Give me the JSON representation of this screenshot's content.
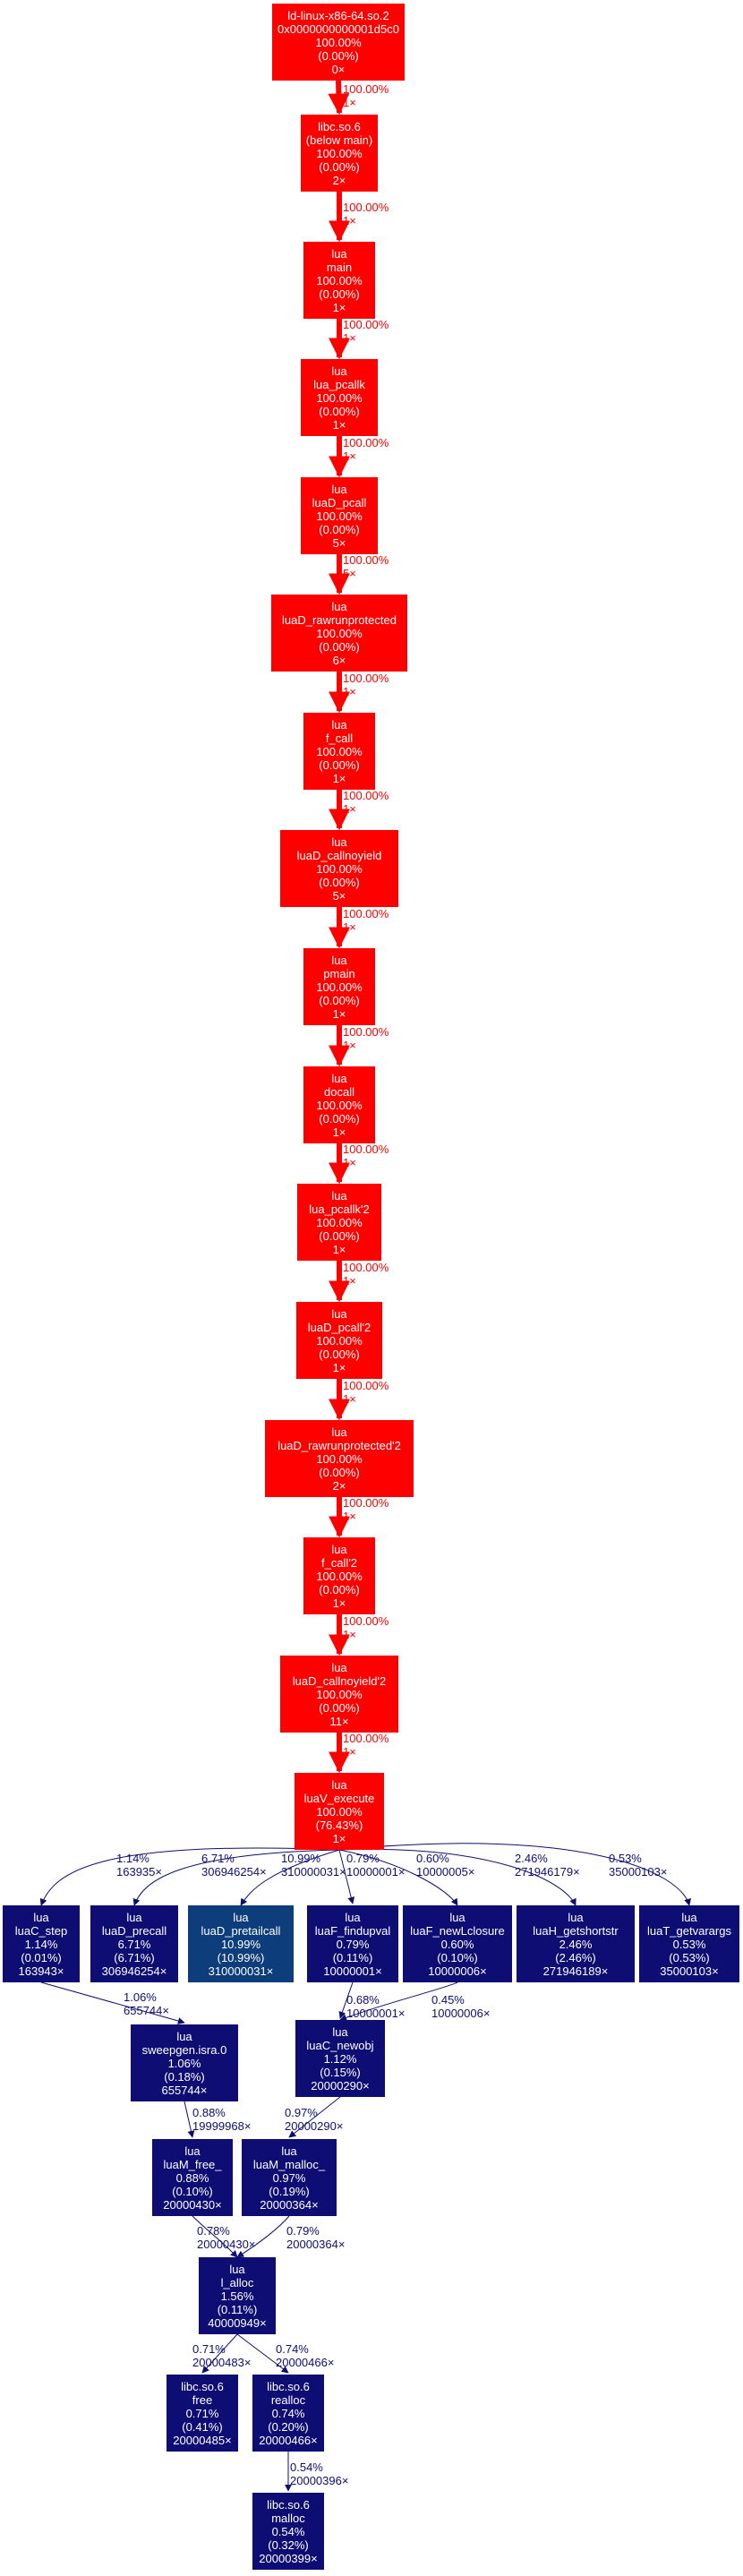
{
  "colors": {
    "hot": "#ff0000",
    "hot_text": "#ffffff",
    "cold_navy": "#0d0d73",
    "cold_blue": "#0d3d7a",
    "cold_text": "#ffffff",
    "edge_hot": "#ff0000",
    "edge_cold": "#0d0d73"
  },
  "nodes": [
    {
      "id": "ld",
      "lines": [
        "ld-linux-x86-64.so.2",
        "0x0000000000001d5c0",
        "100.00%",
        "(0.00%)",
        "0×"
      ],
      "color": "hot"
    },
    {
      "id": "libc_main",
      "lines": [
        "libc.so.6",
        "(below main)",
        "100.00%",
        "(0.00%)",
        "2×"
      ],
      "color": "hot"
    },
    {
      "id": "main",
      "lines": [
        "lua",
        "main",
        "100.00%",
        "(0.00%)",
        "1×"
      ],
      "color": "hot"
    },
    {
      "id": "lua_pcallk",
      "lines": [
        "lua",
        "lua_pcallk",
        "100.00%",
        "(0.00%)",
        "1×"
      ],
      "color": "hot"
    },
    {
      "id": "luaD_pcall",
      "lines": [
        "lua",
        "luaD_pcall",
        "100.00%",
        "(0.00%)",
        "5×"
      ],
      "color": "hot"
    },
    {
      "id": "luaD_rawrunprotected",
      "lines": [
        "lua",
        "luaD_rawrunprotected",
        "100.00%",
        "(0.00%)",
        "6×"
      ],
      "color": "hot"
    },
    {
      "id": "f_call",
      "lines": [
        "lua",
        "f_call",
        "100.00%",
        "(0.00%)",
        "1×"
      ],
      "color": "hot"
    },
    {
      "id": "luaD_callnoyield",
      "lines": [
        "lua",
        "luaD_callnoyield",
        "100.00%",
        "(0.00%)",
        "5×"
      ],
      "color": "hot"
    },
    {
      "id": "pmain",
      "lines": [
        "lua",
        "pmain",
        "100.00%",
        "(0.00%)",
        "1×"
      ],
      "color": "hot"
    },
    {
      "id": "docall",
      "lines": [
        "lua",
        "docall",
        "100.00%",
        "(0.00%)",
        "1×"
      ],
      "color": "hot"
    },
    {
      "id": "lua_pcallk2",
      "lines": [
        "lua",
        "lua_pcallk'2",
        "100.00%",
        "(0.00%)",
        "1×"
      ],
      "color": "hot"
    },
    {
      "id": "luaD_pcall2",
      "lines": [
        "lua",
        "luaD_pcall'2",
        "100.00%",
        "(0.00%)",
        "1×"
      ],
      "color": "hot"
    },
    {
      "id": "luaD_rawrunprotected2",
      "lines": [
        "lua",
        "luaD_rawrunprotected'2",
        "100.00%",
        "(0.00%)",
        "2×"
      ],
      "color": "hot"
    },
    {
      "id": "f_call2",
      "lines": [
        "lua",
        "f_call'2",
        "100.00%",
        "(0.00%)",
        "1×"
      ],
      "color": "hot"
    },
    {
      "id": "luaD_callnoyield2",
      "lines": [
        "lua",
        "luaD_callnoyield'2",
        "100.00%",
        "(0.00%)",
        "11×"
      ],
      "color": "hot"
    },
    {
      "id": "luaV_execute",
      "lines": [
        "lua",
        "luaV_execute",
        "100.00%",
        "(76.43%)",
        "1×"
      ],
      "color": "hot"
    },
    {
      "id": "luaC_step",
      "lines": [
        "lua",
        "luaC_step",
        "1.14%",
        "(0.01%)",
        "163943×"
      ],
      "color": "cold_navy"
    },
    {
      "id": "luaD_precall",
      "lines": [
        "lua",
        "luaD_precall",
        "6.71%",
        "(6.71%)",
        "306946254×"
      ],
      "color": "cold_navy"
    },
    {
      "id": "luaD_pretailcall",
      "lines": [
        "lua",
        "luaD_pretailcall",
        "10.99%",
        "(10.99%)",
        "310000031×"
      ],
      "color": "cold_blue"
    },
    {
      "id": "luaF_findupval",
      "lines": [
        "lua",
        "luaF_findupval",
        "0.79%",
        "(0.11%)",
        "10000001×"
      ],
      "color": "cold_navy"
    },
    {
      "id": "luaF_newLclosure",
      "lines": [
        "lua",
        "luaF_newLclosure",
        "0.60%",
        "(0.10%)",
        "10000006×"
      ],
      "color": "cold_navy"
    },
    {
      "id": "luaH_getshortstr",
      "lines": [
        "lua",
        "luaH_getshortstr",
        "2.46%",
        "(2.46%)",
        "271946189×"
      ],
      "color": "cold_navy"
    },
    {
      "id": "luaT_getvarargs",
      "lines": [
        "lua",
        "luaT_getvarargs",
        "0.53%",
        "(0.53%)",
        "35000103×"
      ],
      "color": "cold_navy"
    },
    {
      "id": "sweepgen",
      "lines": [
        "lua",
        "sweepgen.isra.0",
        "1.06%",
        "(0.18%)",
        "655744×"
      ],
      "color": "cold_navy"
    },
    {
      "id": "luaC_newobj",
      "lines": [
        "lua",
        "luaC_newobj",
        "1.12%",
        "(0.15%)",
        "20000290×"
      ],
      "color": "cold_navy"
    },
    {
      "id": "luaM_free_",
      "lines": [
        "lua",
        "luaM_free_",
        "0.88%",
        "(0.10%)",
        "20000430×"
      ],
      "color": "cold_navy"
    },
    {
      "id": "luaM_malloc_",
      "lines": [
        "lua",
        "luaM_malloc_",
        "0.97%",
        "(0.19%)",
        "20000364×"
      ],
      "color": "cold_navy"
    },
    {
      "id": "l_alloc",
      "lines": [
        "lua",
        "l_alloc",
        "1.56%",
        "(0.11%)",
        "40000949×"
      ],
      "color": "cold_navy"
    },
    {
      "id": "free",
      "lines": [
        "libc.so.6",
        "free",
        "0.71%",
        "(0.41%)",
        "20000485×"
      ],
      "color": "cold_navy"
    },
    {
      "id": "realloc",
      "lines": [
        "libc.so.6",
        "realloc",
        "0.74%",
        "(0.20%)",
        "20000466×"
      ],
      "color": "cold_navy"
    },
    {
      "id": "malloc",
      "lines": [
        "libc.so.6",
        "malloc",
        "0.54%",
        "(0.32%)",
        "20000399×"
      ],
      "color": "cold_navy"
    }
  ],
  "edges": [
    {
      "from": "ld",
      "to": "libc_main",
      "label": [
        "100.00%",
        "1×"
      ],
      "hot": true
    },
    {
      "from": "libc_main",
      "to": "main",
      "label": [
        "100.00%",
        "1×"
      ],
      "hot": true
    },
    {
      "from": "main",
      "to": "lua_pcallk",
      "label": [
        "100.00%",
        "1×"
      ],
      "hot": true
    },
    {
      "from": "lua_pcallk",
      "to": "luaD_pcall",
      "label": [
        "100.00%",
        "1×"
      ],
      "hot": true
    },
    {
      "from": "luaD_pcall",
      "to": "luaD_rawrunprotected",
      "label": [
        "100.00%",
        "5×"
      ],
      "hot": true
    },
    {
      "from": "luaD_rawrunprotected",
      "to": "f_call",
      "label": [
        "100.00%",
        "1×"
      ],
      "hot": true
    },
    {
      "from": "f_call",
      "to": "luaD_callnoyield",
      "label": [
        "100.00%",
        "1×"
      ],
      "hot": true
    },
    {
      "from": "luaD_callnoyield",
      "to": "pmain",
      "label": [
        "100.00%",
        "1×"
      ],
      "hot": true
    },
    {
      "from": "pmain",
      "to": "docall",
      "label": [
        "100.00%",
        "1×"
      ],
      "hot": true
    },
    {
      "from": "docall",
      "to": "lua_pcallk2",
      "label": [
        "100.00%",
        "1×"
      ],
      "hot": true
    },
    {
      "from": "lua_pcallk2",
      "to": "luaD_pcall2",
      "label": [
        "100.00%",
        "1×"
      ],
      "hot": true
    },
    {
      "from": "luaD_pcall2",
      "to": "luaD_rawrunprotected2",
      "label": [
        "100.00%",
        "1×"
      ],
      "hot": true
    },
    {
      "from": "luaD_rawrunprotected2",
      "to": "f_call2",
      "label": [
        "100.00%",
        "1×"
      ],
      "hot": true
    },
    {
      "from": "f_call2",
      "to": "luaD_callnoyield2",
      "label": [
        "100.00%",
        "1×"
      ],
      "hot": true
    },
    {
      "from": "luaD_callnoyield2",
      "to": "luaV_execute",
      "label": [
        "100.00%",
        "1×"
      ],
      "hot": true
    },
    {
      "from": "luaV_execute",
      "to": "luaC_step",
      "label": [
        "1.14%",
        "163935×"
      ],
      "hot": false
    },
    {
      "from": "luaV_execute",
      "to": "luaD_precall",
      "label": [
        "6.71%",
        "306946254×"
      ],
      "hot": false
    },
    {
      "from": "luaV_execute",
      "to": "luaD_pretailcall",
      "label": [
        "10.99%",
        "310000031×"
      ],
      "hot": false
    },
    {
      "from": "luaV_execute",
      "to": "luaF_findupval",
      "label": [
        "0.79%",
        "10000001×"
      ],
      "hot": false
    },
    {
      "from": "luaV_execute",
      "to": "luaF_newLclosure",
      "label": [
        "0.60%",
        "10000005×"
      ],
      "hot": false
    },
    {
      "from": "luaV_execute",
      "to": "luaH_getshortstr",
      "label": [
        "2.46%",
        "271946179×"
      ],
      "hot": false
    },
    {
      "from": "luaV_execute",
      "to": "luaT_getvarargs",
      "label": [
        "0.53%",
        "35000103×"
      ],
      "hot": false
    },
    {
      "from": "luaC_step",
      "to": "sweepgen",
      "label": [
        "1.06%",
        "655744×"
      ],
      "hot": false
    },
    {
      "from": "luaF_findupval",
      "to": "luaC_newobj",
      "label": [
        "0.68%",
        "10000001×"
      ],
      "hot": false
    },
    {
      "from": "luaF_newLclosure",
      "to": "luaC_newobj",
      "label": [
        "0.45%",
        "10000006×"
      ],
      "hot": false
    },
    {
      "from": "sweepgen",
      "to": "luaM_free_",
      "label": [
        "0.88%",
        "19999968×"
      ],
      "hot": false
    },
    {
      "from": "luaC_newobj",
      "to": "luaM_malloc_",
      "label": [
        "0.97%",
        "20000290×"
      ],
      "hot": false
    },
    {
      "from": "luaM_free_",
      "to": "l_alloc",
      "label": [
        "0.78%",
        "20000430×"
      ],
      "hot": false
    },
    {
      "from": "luaM_malloc_",
      "to": "l_alloc",
      "label": [
        "0.79%",
        "20000364×"
      ],
      "hot": false
    },
    {
      "from": "l_alloc",
      "to": "free",
      "label": [
        "0.71%",
        "20000483×"
      ],
      "hot": false
    },
    {
      "from": "l_alloc",
      "to": "realloc",
      "label": [
        "0.74%",
        "20000466×"
      ],
      "hot": false
    },
    {
      "from": "realloc",
      "to": "malloc",
      "label": [
        "0.54%",
        "20000396×"
      ],
      "hot": false
    }
  ]
}
